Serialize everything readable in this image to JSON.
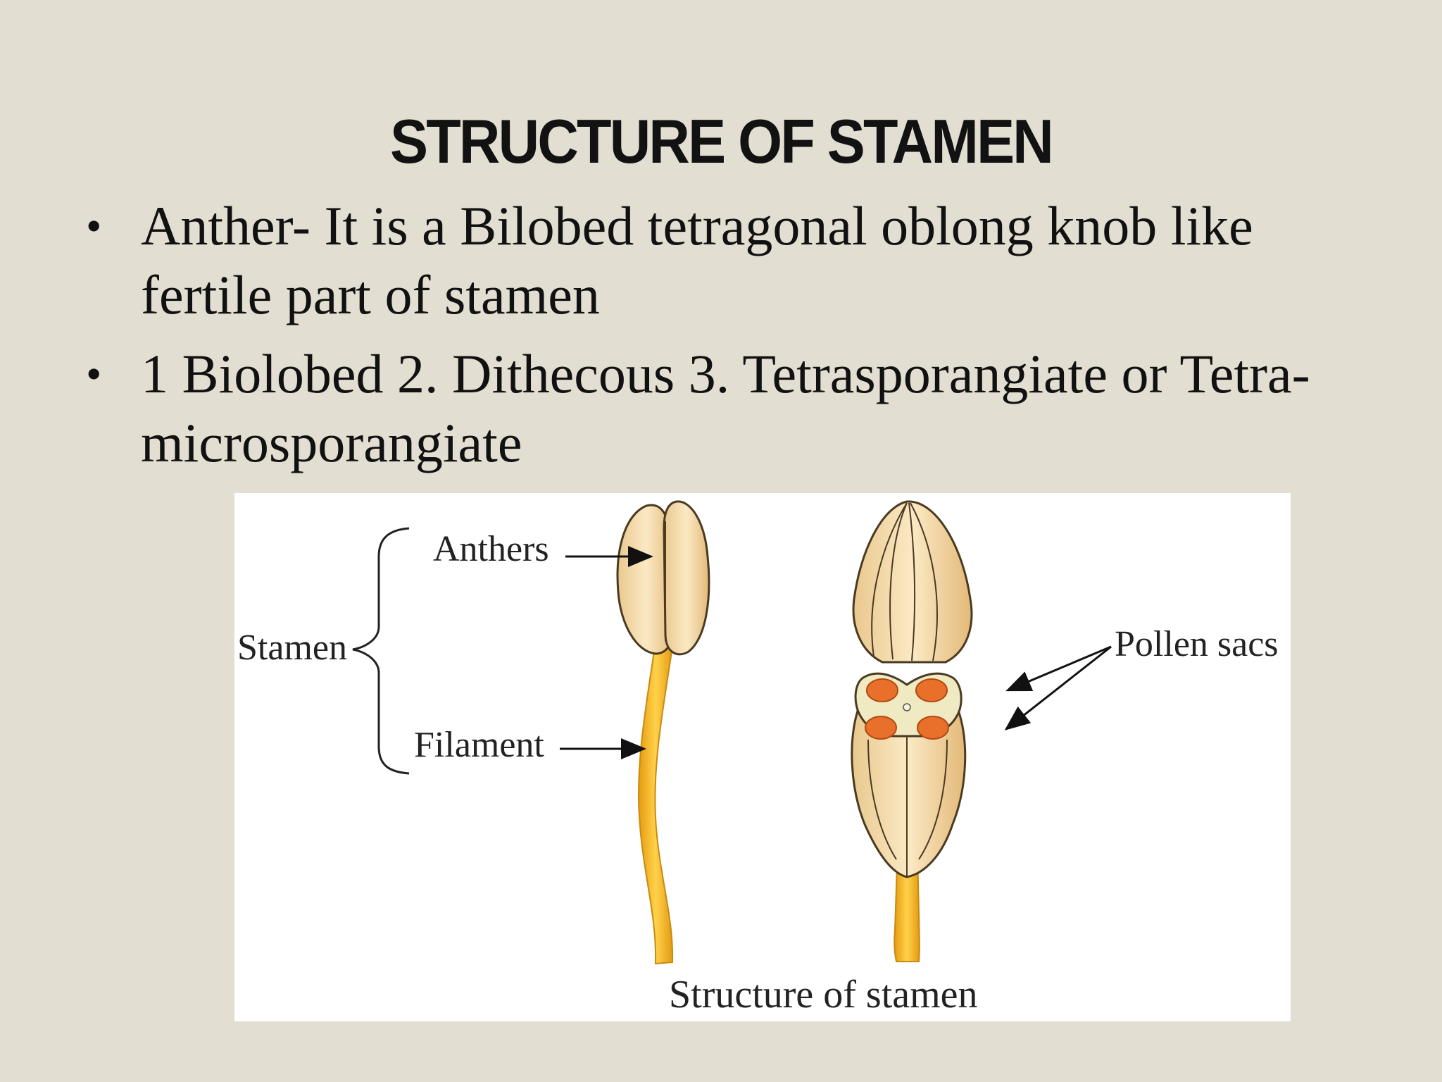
{
  "slide": {
    "title": "STRUCTURE OF STAMEN",
    "bullets": [
      {
        "line1": "Anther- It is a Bilobed tetragonal oblong knob like",
        "line2": "fertile part of stamen"
      },
      {
        "line1": "1 Biolobed 2. Dithecous 3. Tetrasporangiate or Tetra-",
        "line2": "microsporangiate"
      }
    ],
    "bullet_glyph": "•"
  },
  "figure": {
    "labels": {
      "anthers": "Anthers",
      "stamen": "Stamen",
      "filament": "Filament",
      "pollen_sacs": "Pollen sacs",
      "caption": "Structure of stamen"
    }
  },
  "colors": {
    "background": "#e2ded2",
    "anther_fill": "#f6dfae",
    "filament_fill": "#f2b51a",
    "pollen_sac_fill": "#e8702a"
  }
}
